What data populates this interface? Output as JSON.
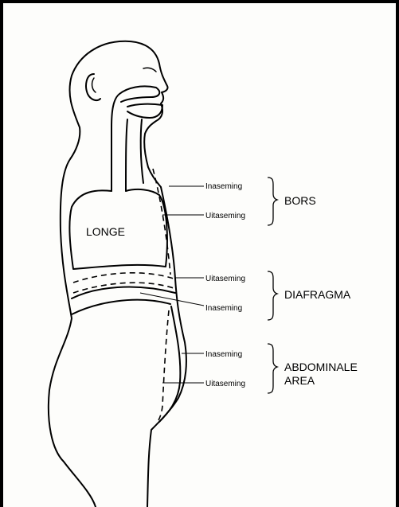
{
  "diagram": {
    "organ_label": "LONGE",
    "groups": [
      {
        "name": "BORS",
        "sub_labels": [
          "Inaseming",
          "Uitaseming"
        ]
      },
      {
        "name": "DIAFRAGMA",
        "sub_labels": [
          "Uitaseming",
          "Inaseming"
        ]
      },
      {
        "name": "ABDOMINALE AREA",
        "name_lines": [
          "ABDOMINALE",
          "AREA"
        ],
        "sub_labels": [
          "Inaseming",
          "Uitaseming"
        ]
      }
    ]
  }
}
